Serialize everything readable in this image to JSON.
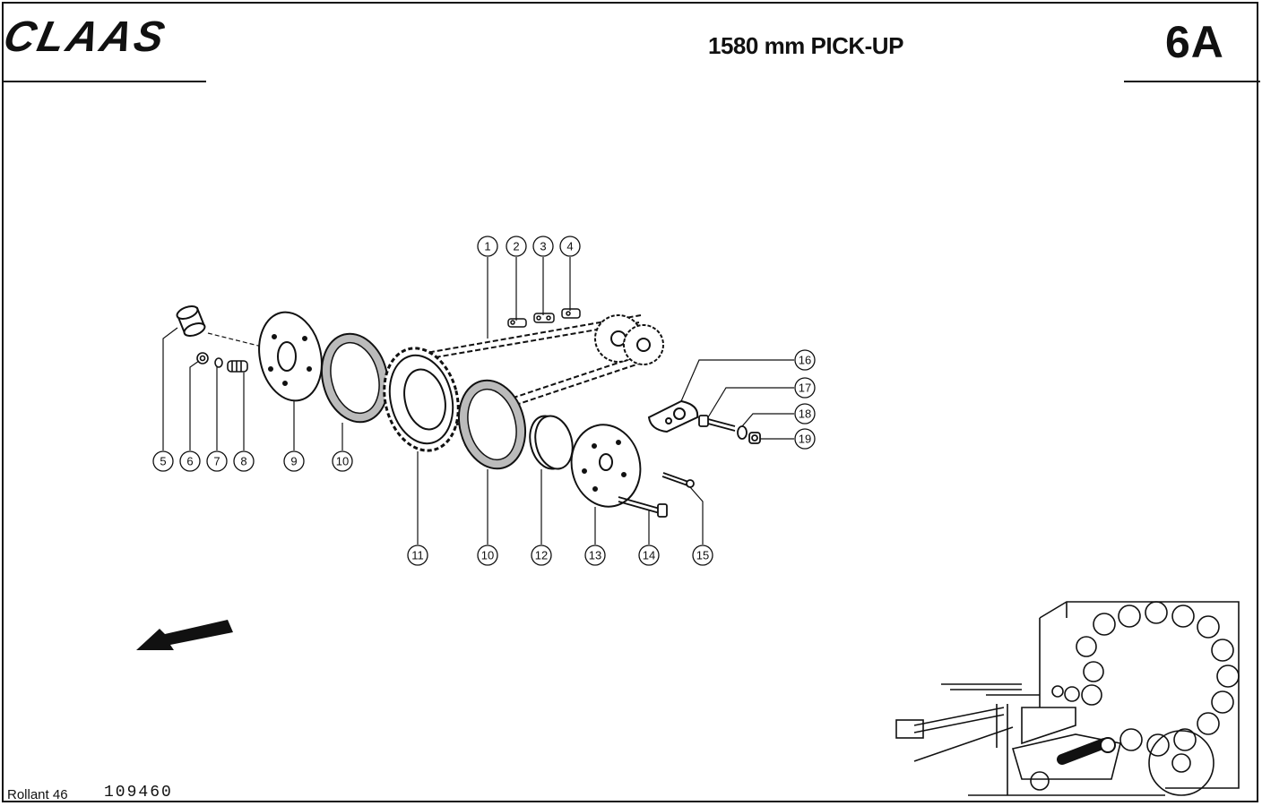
{
  "header": {
    "brand": "CLAAS",
    "title": "1580 mm PICK-UP",
    "page_code": "6A"
  },
  "footer": {
    "model": "Rollant 46",
    "doc_number": "109460"
  },
  "callouts": {
    "n1": "1",
    "n2": "2",
    "n3": "3",
    "n4": "4",
    "n5": "5",
    "n6": "6",
    "n7": "7",
    "n8": "8",
    "n9": "9",
    "n10a": "10",
    "n10b": "10",
    "n11": "11",
    "n12": "12",
    "n13": "13",
    "n14": "14",
    "n15": "15",
    "n16": "16",
    "n17": "17",
    "n18": "18",
    "n19": "19"
  }
}
